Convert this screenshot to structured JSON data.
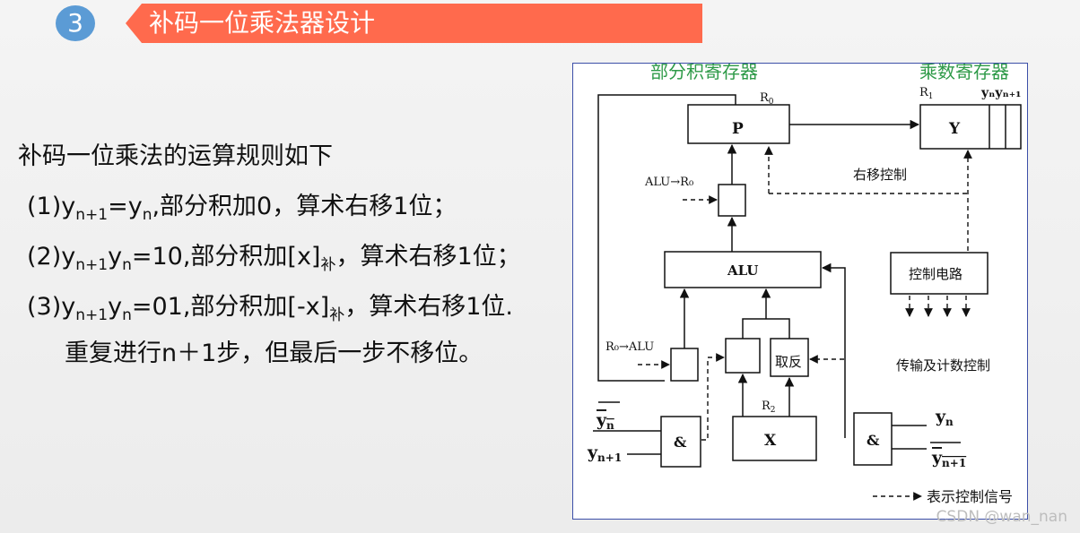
{
  "header": {
    "number": "3",
    "title": "补码一位乘法器设计"
  },
  "rules": {
    "heading": "补码一位乘法的运算规则如下",
    "rule1": {
      "prefix": "(1)y",
      "sub1": "n+1",
      "mid": "=y",
      "sub2": "n",
      "text": ",部分积加0，算术右移1位；"
    },
    "rule2": {
      "prefix": "(2)y",
      "sub1": "n+1",
      "mid": "y",
      "sub2": "n",
      "text": "=10,部分积加[x]",
      "sub3": "补",
      "tail": "，算术右移1位；"
    },
    "rule3": {
      "prefix": "(3)y",
      "sub1": "n+1",
      "mid": "y",
      "sub2": "n",
      "text": "=01,部分积加[-x]",
      "sub3": "补",
      "tail": "，算术右移1位."
    },
    "repeat": "重复进行n＋1步，但最后一步不移位。"
  },
  "diagram": {
    "partial_product_register": "部分积寄存器",
    "multiplier_register": "乘数寄存器",
    "r0": "R",
    "r0_sub": "0",
    "r1": "R",
    "r1_sub": "1",
    "r2": "R",
    "r2_sub": "2",
    "p": "P",
    "y": "Y",
    "yn_yn1": "yₙyₙ₊₁",
    "shift_control": "右移控制",
    "alu_to_r0": "ALU→R₀",
    "alu": "ALU",
    "control_circuit": "控制电路",
    "r0_to_alu": "R₀→ALU",
    "invert": "取反",
    "transfer_count_control": "传输及计数控制",
    "x": "X",
    "and_gate": "&",
    "yn": "y",
    "yn_sub": "n",
    "yn1": "y",
    "yn1_sub": "n+1",
    "legend": "表示控制信号"
  },
  "watermark": "CSDN @wan_nan",
  "colors": {
    "accent_banner": "#ff6a4d",
    "badge": "#5b9bd5",
    "register_label": "#2e9a48",
    "frame": "#3c4fa8"
  }
}
